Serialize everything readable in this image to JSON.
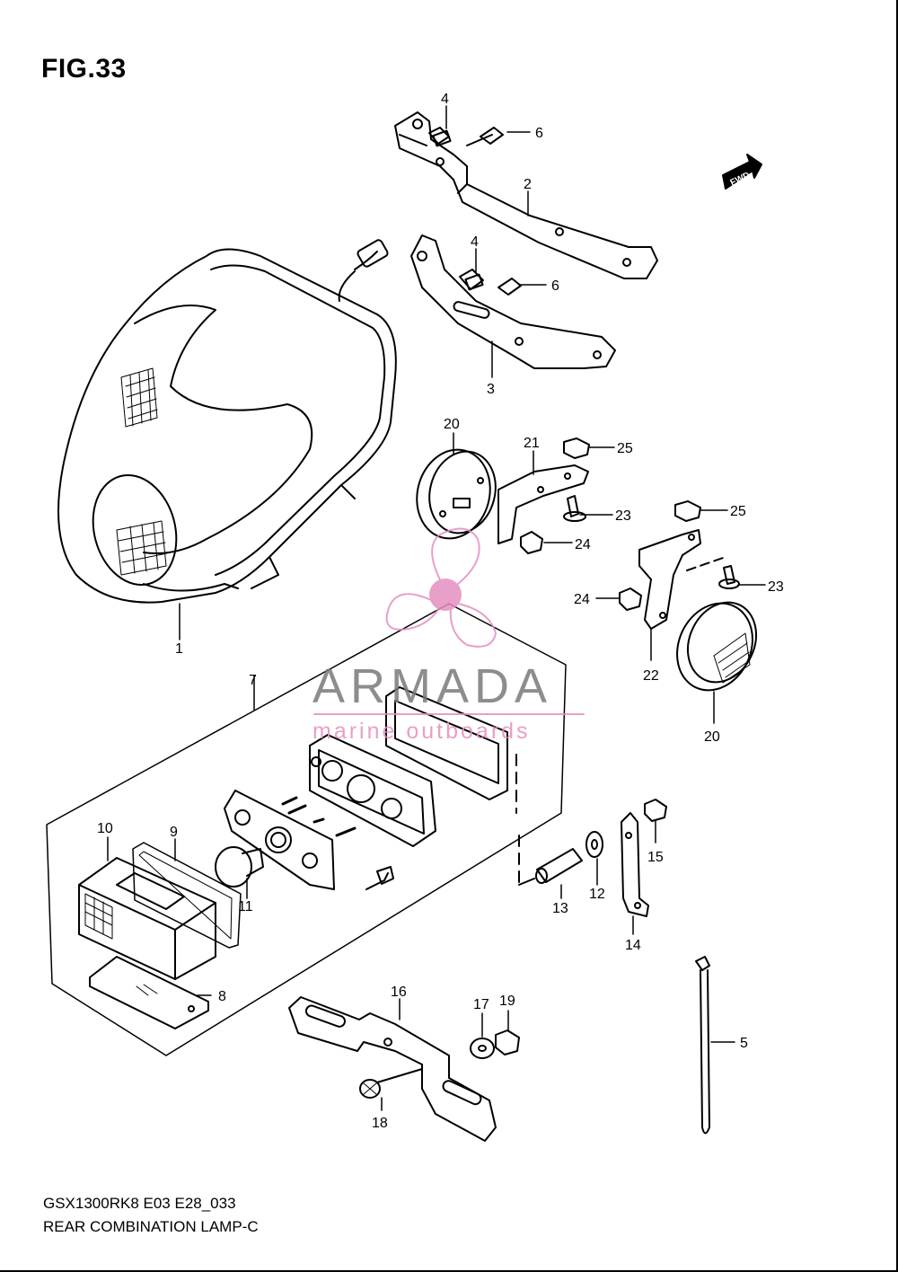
{
  "figure_title": "FIG.33",
  "footer": {
    "model_code": "GSX1300RK8 E03 E28_033",
    "section_name": "REAR COMBINATION LAMP-C"
  },
  "direction_tag": "FWD",
  "watermark": {
    "brand": "ARMADA",
    "tagline": "marine outboards",
    "color": "#e48fc0"
  },
  "part_labels": {
    "p1": "1",
    "p2": "2",
    "p3": "3",
    "p4a": "4",
    "p4b": "4",
    "p5": "5",
    "p6a": "6",
    "p6b": "6",
    "p7": "7",
    "p8": "8",
    "p9": "9",
    "p10": "10",
    "p11": "11",
    "p12": "12",
    "p13": "13",
    "p14": "14",
    "p15": "15",
    "p16": "16",
    "p17": "17",
    "p18": "18",
    "p19": "19",
    "p20a": "20",
    "p20b": "20",
    "p21": "21",
    "p22": "22",
    "p23a": "23",
    "p23b": "23",
    "p24a": "24",
    "p24b": "24",
    "p25a": "25",
    "p25b": "25"
  }
}
